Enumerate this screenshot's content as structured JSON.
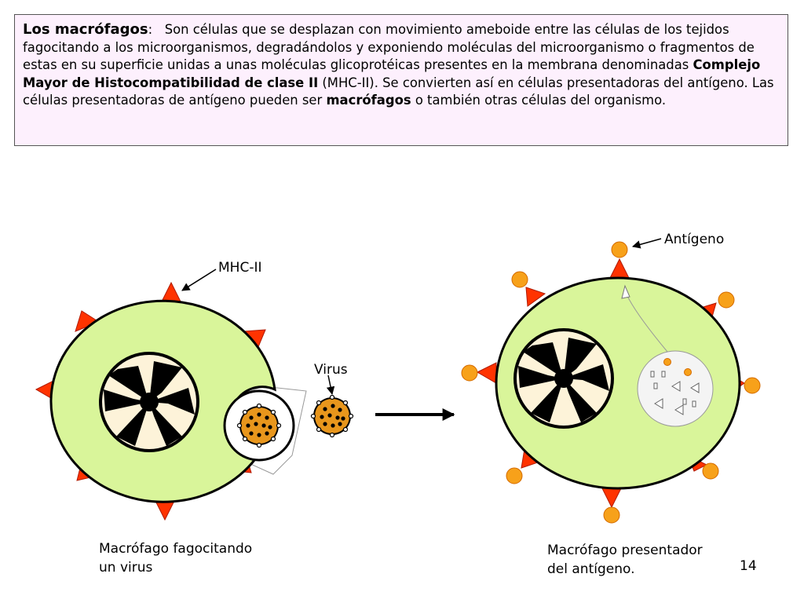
{
  "textbox": {
    "title": "Los macrófagos",
    "colon": ":",
    "p1": "Son células que se desplazan con movimiento ameboide entre las células de los tejidos  fagocitando a los microorganismos, degradándolos y exponiendo moléculas del microorganismo o fragmentos de estas en su superficie unidas a unas moléculas glicoprotéicas presentes en la membrana denominadas ",
    "bold1": "Complejo Mayor de Histocompatibilidad de clase II",
    "p2": " (MHC-II). Se convierten así en células presentadoras del antígeno. Las células presentadoras de antígeno pueden ser ",
    "bold2": "macrófagos",
    "p3": " o también otras células del organismo."
  },
  "labels": {
    "mhc": "MHC-II",
    "virus": "Virus",
    "antigen": "Antígeno",
    "caption_left_1": "Macrófago fagocitando",
    "caption_left_2": "un virus",
    "caption_right_1": "Macrófago presentador",
    "caption_right_2": "del antígeno.",
    "page_number": "14"
  },
  "colors": {
    "cytoplasm": "#d9f59a",
    "nucleus_fill": "#fdf3d9",
    "chromatin": "#000000",
    "mhc_receptor": "#ff3300",
    "antigen": "#f7a11a",
    "virus": "#e8961c"
  }
}
